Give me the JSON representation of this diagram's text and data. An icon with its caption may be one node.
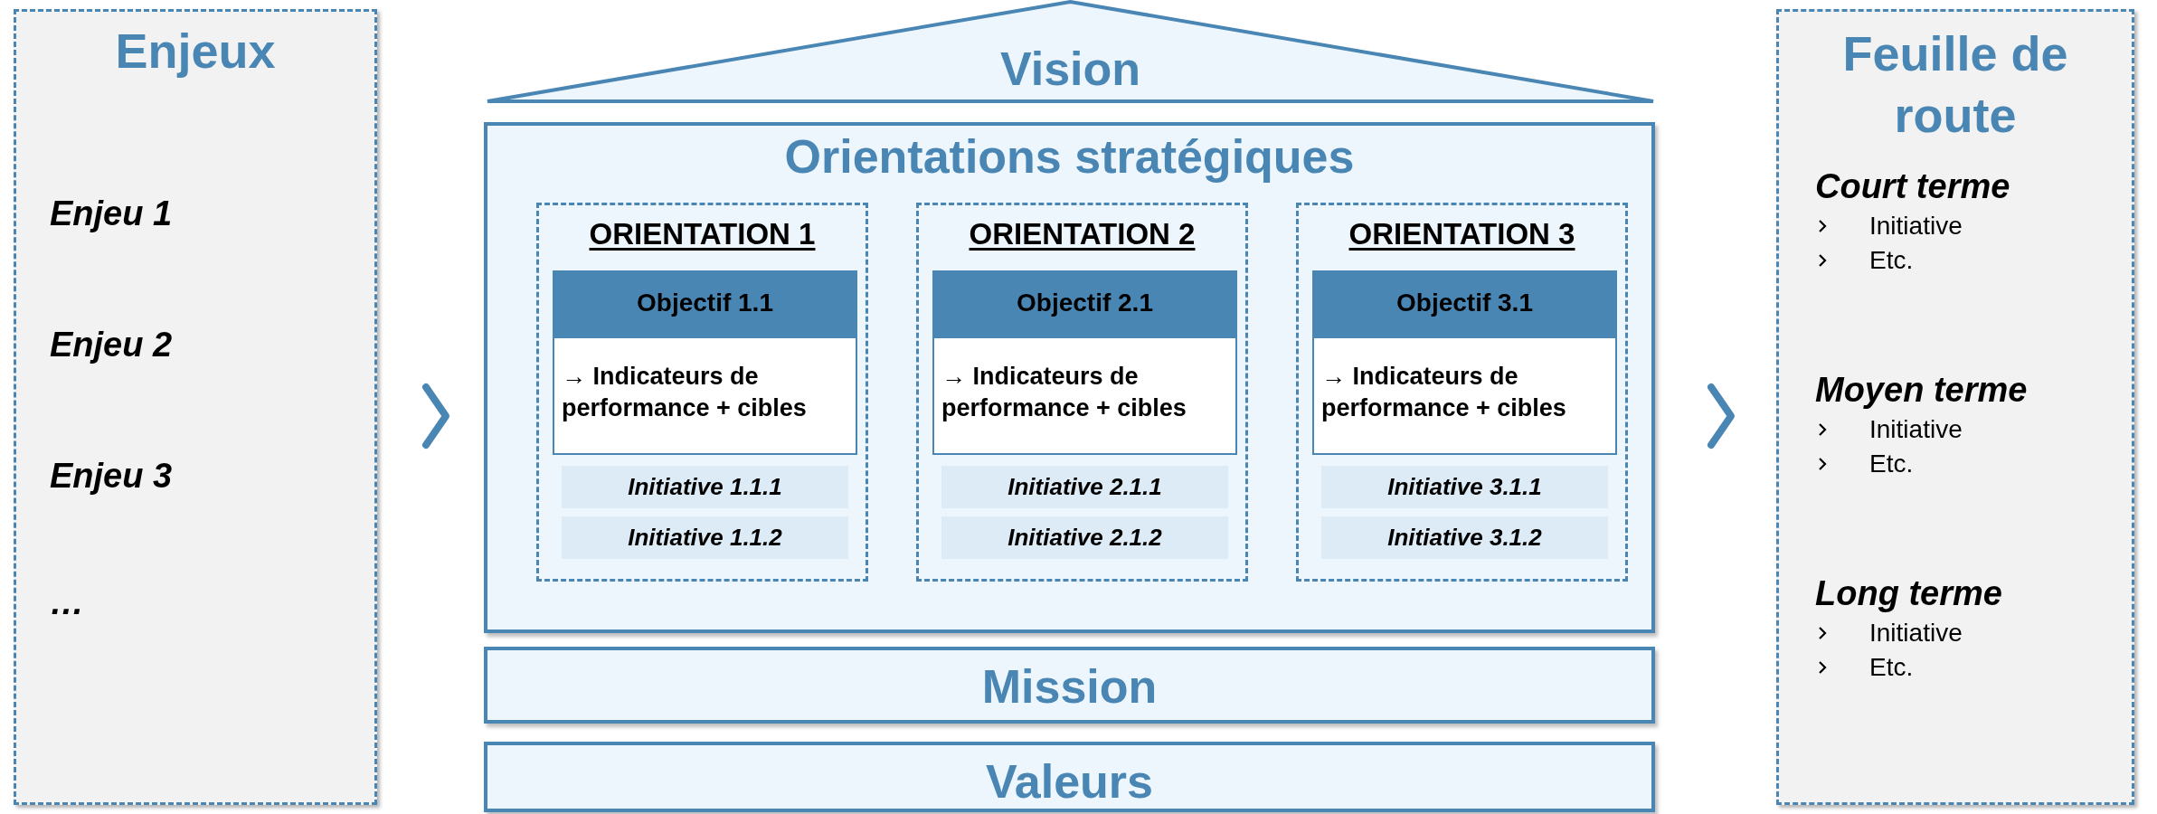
{
  "diagram": {
    "nodes": [
      {
        "text": [
          "Enjeux",
          "Enjeu 1",
          "Enjeu 2",
          "Enjeu 3",
          "…"
        ]
      },
      {
        "text": [
          "Vision"
        ]
      },
      {
        "text": [
          "Orientations stratégiques"
        ]
      },
      {
        "text": [
          "ORIENTATION 1"
        ],
        "in": 2
      },
      {
        "text": [
          "Objectif 1.1",
          "→ Indicateurs de performance + cibles"
        ],
        "in": 3
      },
      {
        "text": [
          "Initiative 1.1.1"
        ],
        "in": 3
      },
      {
        "text": [
          "Initiative 1.1.2"
        ],
        "in": 3
      },
      {
        "text": [
          "ORIENTATION 2"
        ],
        "in": 2
      },
      {
        "text": [
          "Objectif 2.1",
          "→ Indicateurs de performance + cibles"
        ],
        "in": 7
      },
      {
        "text": [
          "Initiative 2.1.1"
        ],
        "in": 7
      },
      {
        "text": [
          "Initiative 2.1.2"
        ],
        "in": 7
      },
      {
        "text": [
          "ORIENTATION 3"
        ],
        "in": 2
      },
      {
        "text": [
          "Objectif 3.1",
          "→ Indicateurs de performance + cibles"
        ],
        "in": 11
      },
      {
        "text": [
          "Initiative 3.1.1"
        ],
        "in": 11
      },
      {
        "text": [
          "Initiative 3.1.2"
        ],
        "in": 11
      },
      {
        "text": [
          "Mission"
        ]
      },
      {
        "text": [
          "Valeurs"
        ]
      },
      {
        "text": [
          "Feuille de route",
          "Court terme",
          "Initiative",
          "Etc.",
          "Moyen terme",
          "Initiative",
          "Etc.",
          "Long terme",
          "Initiative",
          "Etc."
        ]
      }
    ],
    "edges": [
      {
        "from": 0,
        "to": 2,
        "arrow": "to"
      },
      {
        "from": 2,
        "to": 17,
        "arrow": "to"
      }
    ]
  }
}
